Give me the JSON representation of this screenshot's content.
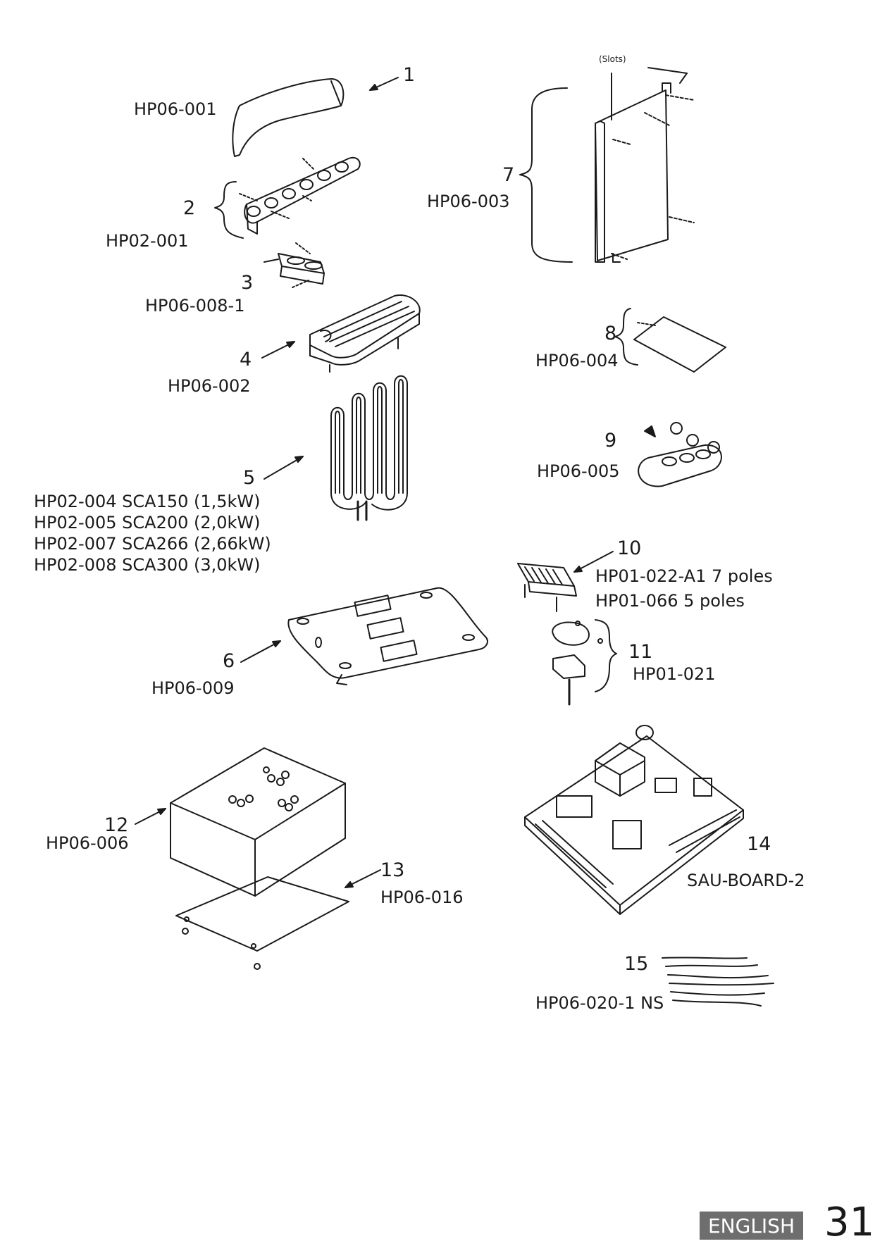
{
  "parts": [
    {
      "num": "1",
      "codes": [
        "HP06-001"
      ]
    },
    {
      "num": "2",
      "codes": [
        "HP02-001"
      ]
    },
    {
      "num": "3",
      "codes": [
        "HP06-008-1"
      ]
    },
    {
      "num": "4",
      "codes": [
        "HP06-002"
      ]
    },
    {
      "num": "5",
      "codes": [
        "HP02-004 SCA150 (1,5kW)",
        "HP02-005 SCA200 (2,0kW)",
        "HP02-007 SCA266 (2,66kW)",
        "HP02-008 SCA300 (3,0kW)"
      ]
    },
    {
      "num": "6",
      "codes": [
        "HP06-009"
      ]
    },
    {
      "num": "7",
      "codes": [
        "HP06-003"
      ]
    },
    {
      "num": "8",
      "codes": [
        "HP06-004"
      ]
    },
    {
      "num": "9",
      "codes": [
        "HP06-005"
      ]
    },
    {
      "num": "10",
      "codes": [
        "HP01-022-A1 7 poles",
        "HP01-066 5 poles"
      ]
    },
    {
      "num": "11",
      "codes": [
        "HP01-021"
      ]
    },
    {
      "num": "12",
      "codes": [
        "HP06-006"
      ]
    },
    {
      "num": "13",
      "codes": [
        "HP06-016"
      ]
    },
    {
      "num": "14",
      "codes": [
        "SAU-BOARD-2"
      ]
    },
    {
      "num": "15",
      "codes": [
        "HP06-020-1 NS"
      ]
    }
  ],
  "slots_label": "(Slots)",
  "footer": {
    "language": "ENGLISH",
    "page_number": "31"
  }
}
